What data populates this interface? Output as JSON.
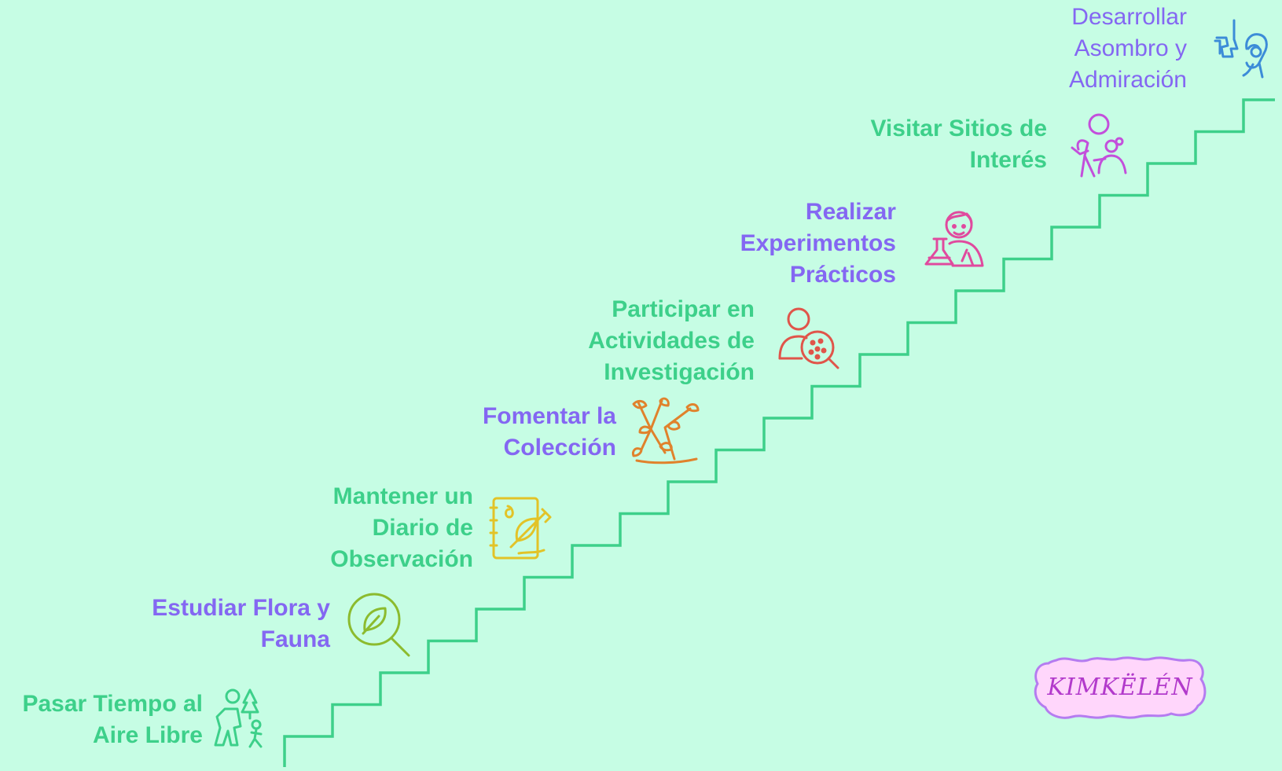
{
  "colors": {
    "background": "#c6fde4",
    "stair": "#3dd08a",
    "green_text": "#3dd08a",
    "purple_text": "#8467f2",
    "logo_fill": "#ffd6fb",
    "logo_stroke": "#b57cf0",
    "logo_text": "#b23acb"
  },
  "steps": [
    {
      "label": "Pasar Tiempo al\nAire Libre",
      "icon": "family-hiking-icon",
      "color": "#3dd08a"
    },
    {
      "label": "Estudiar Flora y\nFauna",
      "icon": "leaf-magnifier-icon",
      "color": "#8467f2"
    },
    {
      "label": "Mantener un\nDiario de\nObservación",
      "icon": "notebook-pen-icon",
      "color": "#3dd08a"
    },
    {
      "label": "Fomentar la\nColección",
      "icon": "plant-collection-icon",
      "color": "#8467f2"
    },
    {
      "label": "Participar en\nActividades de\nInvestigación",
      "icon": "researcher-magnifier-icon",
      "color": "#3dd08a"
    },
    {
      "label": "Realizar\nExperimentos\nPrácticos",
      "icon": "scientist-flask-icon",
      "color": "#8467f2"
    },
    {
      "label": "Visitar Sitios de\nInterés",
      "icon": "family-visit-icon",
      "color": "#3dd08a"
    },
    {
      "label": "Desarrollar\nAsombro y\nAdmiración",
      "icon": "wonder-icon",
      "color": "#8467f2"
    }
  ],
  "logo": {
    "text": "KIMKËLÉN"
  }
}
